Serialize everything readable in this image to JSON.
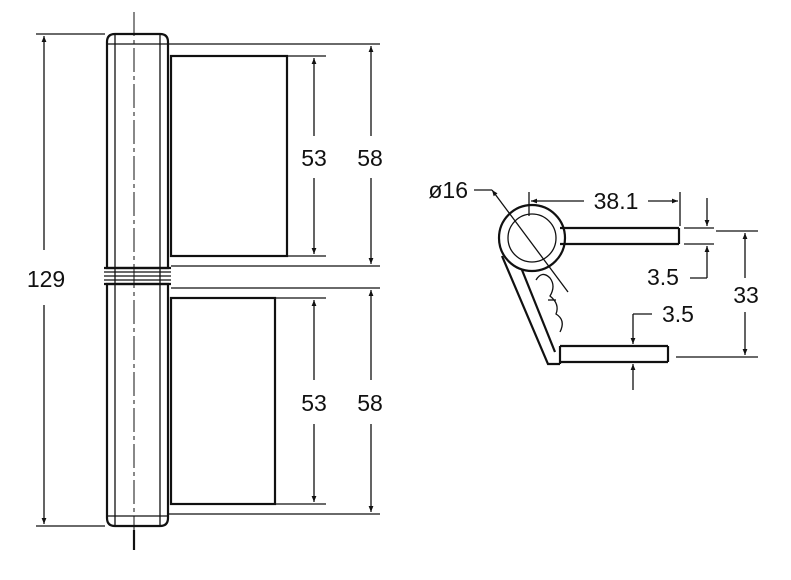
{
  "dimensions": {
    "overall_height": "129",
    "upper_leaf_inner": "53",
    "upper_leaf_outer": "58",
    "lower_leaf_inner": "53",
    "lower_leaf_outer": "58",
    "knuckle_diameter": "ø16",
    "leaf_length": "38.1",
    "upper_leaf_thickness": "3.5",
    "lower_leaf_thickness": "3.5",
    "leaf_spacing": "33"
  }
}
